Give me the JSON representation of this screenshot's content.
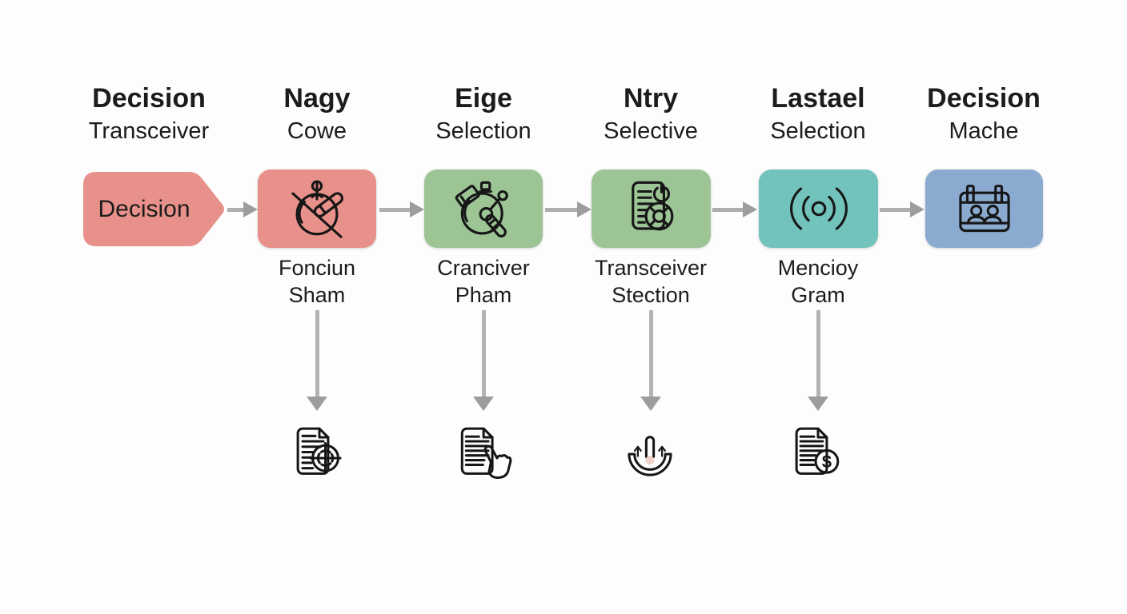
{
  "colors": {
    "salmon": "#e8918a",
    "green": "#9cc495",
    "teal": "#72c3bc",
    "blue": "#8aaacf",
    "arrow_gray": "#adadad",
    "text": "#1c1c1c",
    "background": "#fdfdfd",
    "dot_pink": "#eed2c8"
  },
  "stages": [
    {
      "title": "Decision",
      "subtitle": "Transceiver",
      "box_type": "arrow-tag",
      "box_label": "Decision",
      "box_color": "#e8918a",
      "icon": "",
      "sub_label_line1": "",
      "sub_label_line2": "",
      "bottom_icon": ""
    },
    {
      "title": "Nagy",
      "subtitle": "Cowe",
      "box_type": "icon-box",
      "box_label": "",
      "box_color": "#e8918a",
      "icon": "compass-pen-icon",
      "sub_label_line1": "Fonciun",
      "sub_label_line2": "Sham",
      "bottom_icon": "document-target-icon"
    },
    {
      "title": "Eige",
      "subtitle": "Selection",
      "box_type": "icon-box",
      "box_label": "",
      "box_color": "#9cc495",
      "icon": "stopwatch-ruler-tag-icon",
      "sub_label_line1": "Cranciver",
      "sub_label_line2": "Pham",
      "bottom_icon": "document-pointer-icon"
    },
    {
      "title": "Ntry",
      "subtitle": "Selective",
      "box_type": "icon-box",
      "box_label": "",
      "box_color": "#9cc495",
      "icon": "document-power-wheel-icon",
      "sub_label_line1": "Transceiver",
      "sub_label_line2": "Stection",
      "bottom_icon": "launch-dial-icon"
    },
    {
      "title": "Lastael",
      "subtitle": "Selection",
      "box_type": "icon-box",
      "box_label": "",
      "box_color": "#72c3bc",
      "icon": "signal-waves-icon",
      "sub_label_line1": "Mencioy",
      "sub_label_line2": "Gram",
      "bottom_icon": "document-dollar-icon"
    },
    {
      "title": "Decision",
      "subtitle": "Mache",
      "box_type": "icon-box",
      "box_label": "",
      "box_color": "#8aaacf",
      "icon": "calendar-people-icon",
      "sub_label_line1": "",
      "sub_label_line2": "",
      "bottom_icon": ""
    }
  ]
}
